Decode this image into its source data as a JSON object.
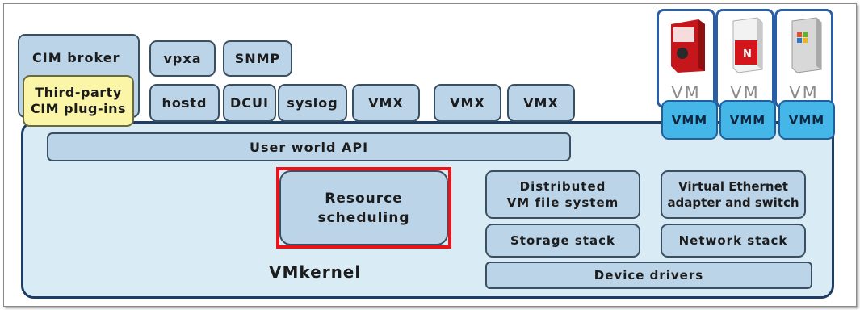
{
  "top_left": {
    "cim_broker": "CIM broker",
    "third_party_line1": "Third-party",
    "third_party_line2": "CIM plug-ins"
  },
  "services_top": [
    "vpxa",
    "SNMP"
  ],
  "services_bottom": [
    "hostd",
    "DCUI",
    "syslog",
    "VMX",
    "VMX",
    "VMX"
  ],
  "vms": [
    {
      "label": "VM",
      "monitor": "VMM"
    },
    {
      "label": "VM",
      "monitor": "VMM"
    },
    {
      "label": "VM",
      "monitor": "VMM"
    }
  ],
  "vmkernel": {
    "label": "VMkernel",
    "user_world_api": "User world API",
    "resource_scheduling_line1": "Resource",
    "resource_scheduling_line2": "scheduling",
    "distributed_fs_line1": "Distributed",
    "distributed_fs_line2": "VM file system",
    "virtual_ethernet_line1": "Virtual Ethernet",
    "virtual_ethernet_line2": "adapter and switch",
    "storage_stack": "Storage stack",
    "network_stack": "Network stack",
    "device_drivers": "Device drivers"
  },
  "colors": {
    "component_fill": "#bcd4e8",
    "kernel_fill": "#d9ecf6",
    "plugin_fill": "#fbf5a8",
    "vmm_fill": "#45b6e8",
    "vm_border": "#2a5fa8",
    "highlight": "#e8141b"
  }
}
